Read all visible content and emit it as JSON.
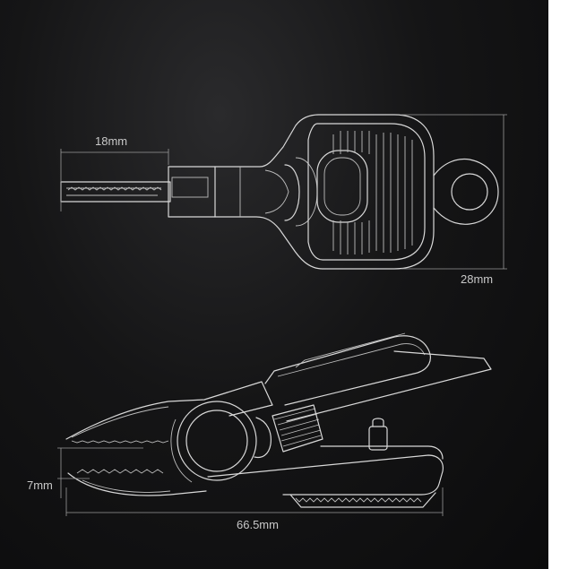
{
  "dimensions": {
    "top_width": "18mm",
    "top_height": "28mm",
    "bottom_height": "7mm",
    "bottom_length": "66.5mm"
  },
  "colors": {
    "background": "#151516",
    "line": "#d8d8d8",
    "dimension": "#9a9a9a"
  }
}
